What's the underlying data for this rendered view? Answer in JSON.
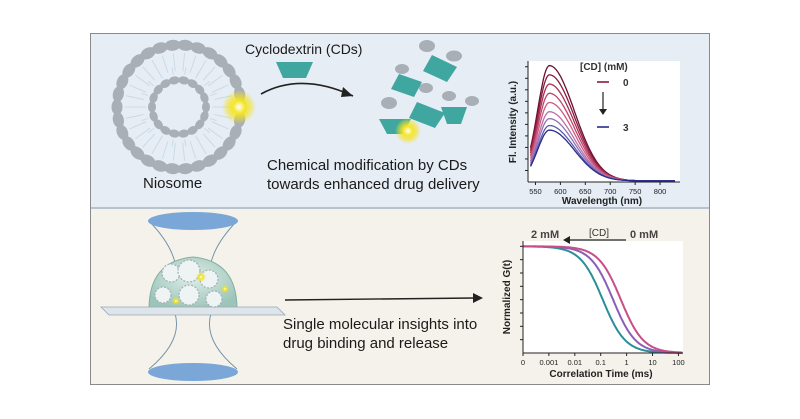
{
  "top": {
    "cd_label": "Cyclodextrin (CDs)",
    "niosome_label": "Niosome",
    "caption_line1": "Chemical modification by CDs",
    "caption_line2": "towards enhanced drug delivery"
  },
  "bottom": {
    "caption_line1": "Single molecular insights into",
    "caption_line2": "drug binding and release"
  },
  "colors": {
    "top_bg": "#e6edf5",
    "bottom_bg": "#f4f2ea",
    "lipid": "#a9afb6",
    "cd_teal": "#3fa7a0",
    "drug_yellow": "#f3e21c"
  },
  "chart_data": [
    {
      "type": "line",
      "title": "",
      "xlabel": "Wavelength (nm)",
      "ylabel": "Fl. Intensity (a.u.)",
      "xlim": [
        535,
        840
      ],
      "ylim": [
        0,
        1.05
      ],
      "x_ticks": [
        "550",
        "600",
        "650",
        "700",
        "750",
        "800"
      ],
      "legend_title": "[CD] (mM)",
      "legend_top": "0",
      "legend_bottom": "3",
      "peak_x": 578,
      "series": [
        {
          "peak": 1.0,
          "color": "#6b1031"
        },
        {
          "peak": 0.92,
          "color": "#8a1b3f"
        },
        {
          "peak": 0.84,
          "color": "#a82e52"
        },
        {
          "peak": 0.76,
          "color": "#c0436a"
        },
        {
          "peak": 0.68,
          "color": "#cc5a86"
        },
        {
          "peak": 0.6,
          "color": "#bd6fa5"
        },
        {
          "peak": 0.54,
          "color": "#8f74b5"
        },
        {
          "peak": 0.48,
          "color": "#5b5fb0"
        },
        {
          "peak": 0.44,
          "color": "#2a2b8c"
        }
      ]
    },
    {
      "type": "line",
      "title": "",
      "xlabel": "Correlation Time (ms)",
      "ylabel": "Normalized G(t)",
      "xscale": "log",
      "xlim": [
        0.0001,
        150
      ],
      "ylim": [
        0,
        1.05
      ],
      "x_ticks": [
        "0",
        "0.001",
        "0.01",
        "0.1",
        "1",
        "10",
        "100"
      ],
      "annotation_left": "2 mM",
      "annotation_mid": "[CD]",
      "annotation_right": "0 mM",
      "series": [
        {
          "tau": 0.12,
          "color": "#2a8f98"
        },
        {
          "tau": 0.3,
          "color": "#8a5fb5"
        },
        {
          "tau": 0.6,
          "color": "#c74e87"
        }
      ]
    }
  ]
}
